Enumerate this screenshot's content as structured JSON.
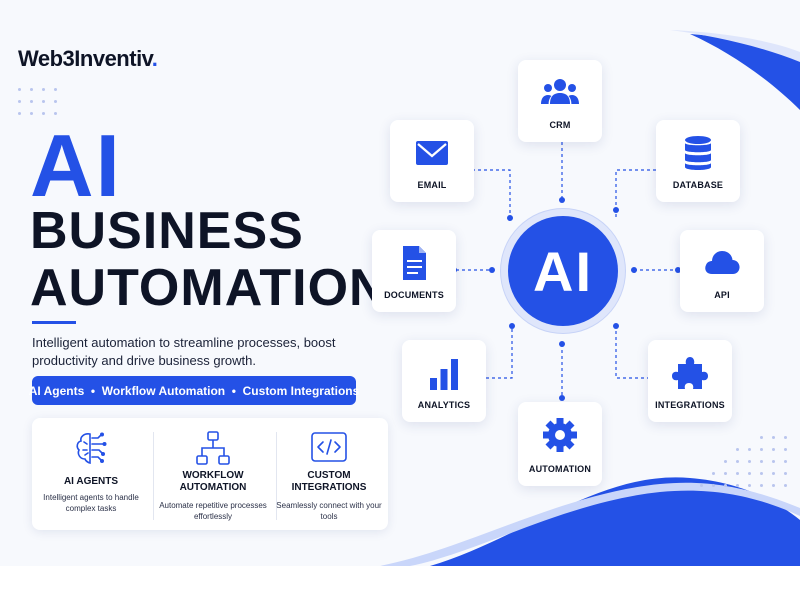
{
  "brand": {
    "name": "Web3Inventiv",
    "accent_dot": ".",
    "accent_color": "#2451e6"
  },
  "hero": {
    "line1": "AI",
    "line2": "BUSINESS",
    "line3": "AUTOMATION",
    "tagline": "Intelligent automation to streamline processes, boost productivity and drive business growth."
  },
  "pill": {
    "text": "AI Agents  •  Workflow Automation  •  Custom Integrations"
  },
  "features": [
    {
      "icon": "brain-circuit-icon",
      "title": "AI AGENTS",
      "desc": "Intelligent agents to handle complex tasks"
    },
    {
      "icon": "workflow-icon",
      "title": "WORKFLOW AUTOMATION",
      "desc": "Automate repetitive processes effortlessly"
    },
    {
      "icon": "code-icon",
      "title": "CUSTOM INTEGRATIONS",
      "desc": "Seamlessly connect with your tools"
    }
  ],
  "hub": {
    "label": "AI"
  },
  "nodes": {
    "crm": {
      "label": "CRM",
      "icon": "users-icon"
    },
    "email": {
      "label": "EMAIL",
      "icon": "envelope-icon"
    },
    "database": {
      "label": "DATABASE",
      "icon": "database-icon"
    },
    "documents": {
      "label": "DOCUMENTS",
      "icon": "document-icon"
    },
    "api": {
      "label": "API",
      "icon": "cloud-icon"
    },
    "analytics": {
      "label": "ANALYTICS",
      "icon": "bar-chart-icon"
    },
    "integrations": {
      "label": "INTEGRATIONS",
      "icon": "puzzle-icon"
    },
    "automation": {
      "label": "AUTOMATION",
      "icon": "gear-icon"
    }
  }
}
